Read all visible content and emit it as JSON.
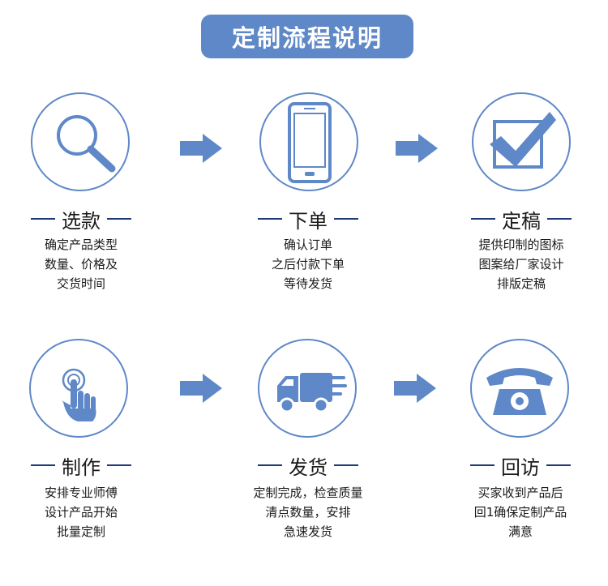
{
  "title": "定制流程说明",
  "colors": {
    "accent": "#5e88c7",
    "dash": "#1f3a78"
  },
  "steps": [
    {
      "label": "选款",
      "icon": "magnifier-icon",
      "desc": [
        "确定产品类型",
        "数量、价格及",
        "交货时间"
      ]
    },
    {
      "label": "下单",
      "icon": "smartphone-icon",
      "desc": [
        "确认订单",
        "之后付款下单",
        "等待发货"
      ]
    },
    {
      "label": "定稿",
      "icon": "checkmark-box-icon",
      "desc": [
        "提供印制的图标",
        "图案给厂家设计",
        "排版定稿"
      ]
    },
    {
      "label": "制作",
      "icon": "hand-tap-icon",
      "desc": [
        "安排专业师傅",
        "设计产品开始",
        "批量定制"
      ]
    },
    {
      "label": "发货",
      "icon": "delivery-truck-icon",
      "desc": [
        "定制完成，检查质量",
        "清点数量，安排",
        "急速发货"
      ]
    },
    {
      "label": "回访",
      "icon": "telephone-icon",
      "desc": [
        "买家收到产品后",
        "回1确保定制产品",
        "满意"
      ]
    }
  ]
}
